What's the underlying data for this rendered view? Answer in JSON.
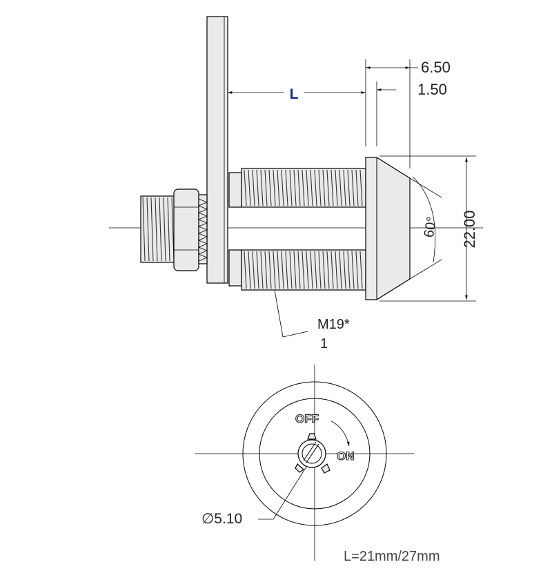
{
  "dimensions": {
    "length_label": "L",
    "flange_overall": "6.50",
    "flange_step": "1.50",
    "cone_angle": "60°",
    "head_diameter": "22.00",
    "thread_size": "M19*",
    "thread_pitch": "1",
    "key_diameter": "∅5.10"
  },
  "key_positions": {
    "off": "OFF",
    "on": "ON"
  },
  "note": "L=21mm/27mm",
  "colors": {
    "line": "#000000",
    "part_fill": "#eaeaea",
    "length_label": "#1a237e"
  }
}
